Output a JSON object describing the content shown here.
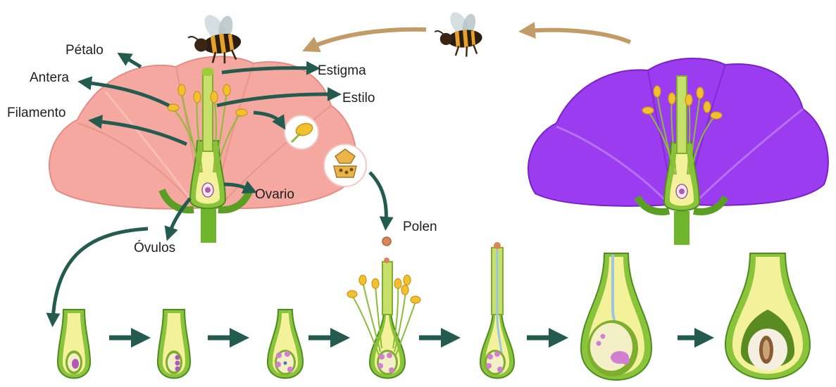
{
  "labels": {
    "petal": "Pétalo",
    "anther": "Antera",
    "filament": "Filamento",
    "stigma": "Estigma",
    "style": "Estilo",
    "ovary": "Ovario",
    "pollen": "Polen",
    "ovules": "Óvulos"
  },
  "colors": {
    "arrow": "#235c4f",
    "bee_flight_arrow": "#c29b67",
    "petal_pink": "#f4a8a0",
    "petal_purple": "#9b3cf0",
    "stem_green": "#6fb52c",
    "ovary_yellow": "#f3f29a",
    "anther_gold": "#f3c12e",
    "ovule_pink": "#d17fd0",
    "seed_brown": "#8a5a32"
  },
  "icons": [
    "bee-icon",
    "pollen-grain-icon",
    "anther-closeup-icon"
  ]
}
